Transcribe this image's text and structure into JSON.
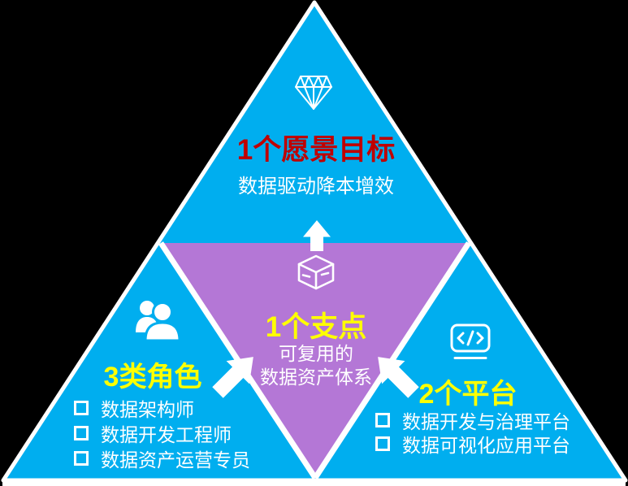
{
  "diagram": {
    "top": {
      "icon": "diamond-icon",
      "title": "1个愿景目标",
      "subtitle": "数据驱动降本增效"
    },
    "center": {
      "icon": "cube-icon",
      "title": "1个支点",
      "line1": "可复用的",
      "line2": "数据资产体系"
    },
    "left": {
      "icon": "people-icon",
      "title": "3类角色",
      "items": [
        "数据架构师",
        "数据开发工程师",
        "数据资产运营专员"
      ]
    },
    "right": {
      "icon": "code-icon",
      "title": "2个平台",
      "items": [
        "数据开发与治理平台",
        "数据可视化应用平台"
      ]
    },
    "colors": {
      "cyan": "#00AEEF",
      "purple": "#B477D6",
      "red": "#C00000",
      "yellow": "#FFFF00",
      "white": "#FFFFFF",
      "background": "#000000"
    }
  }
}
